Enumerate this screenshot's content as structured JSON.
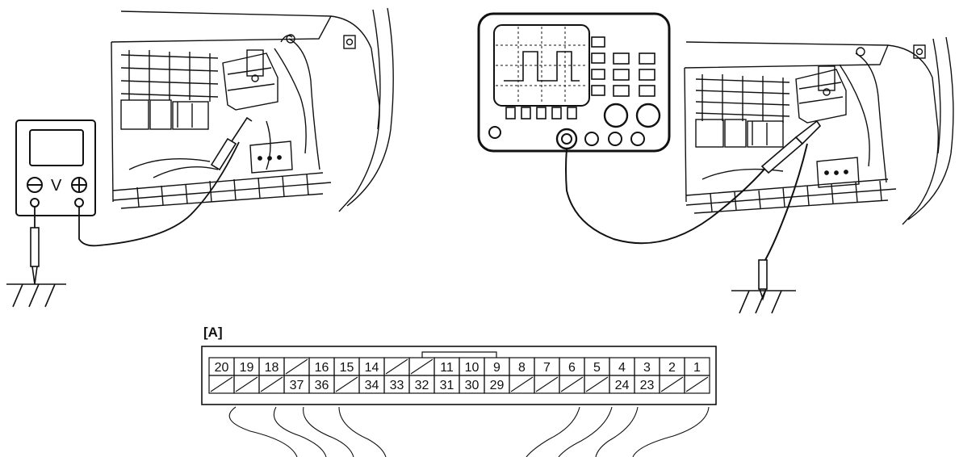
{
  "meter": {
    "voltage_label": "V"
  },
  "connector": {
    "label": "[A]",
    "top_row": [
      "20",
      "19",
      "18",
      "",
      "16",
      "15",
      "14",
      "",
      "",
      "11",
      "10",
      "9",
      "8",
      "7",
      "6",
      "5",
      "4",
      "3",
      "2",
      "1"
    ],
    "bottom_row": [
      "",
      "",
      "",
      "37",
      "36",
      "",
      "34",
      "33",
      "32",
      "31",
      "30",
      "29",
      "",
      "",
      "",
      "",
      "24",
      "23",
      "",
      ""
    ]
  }
}
